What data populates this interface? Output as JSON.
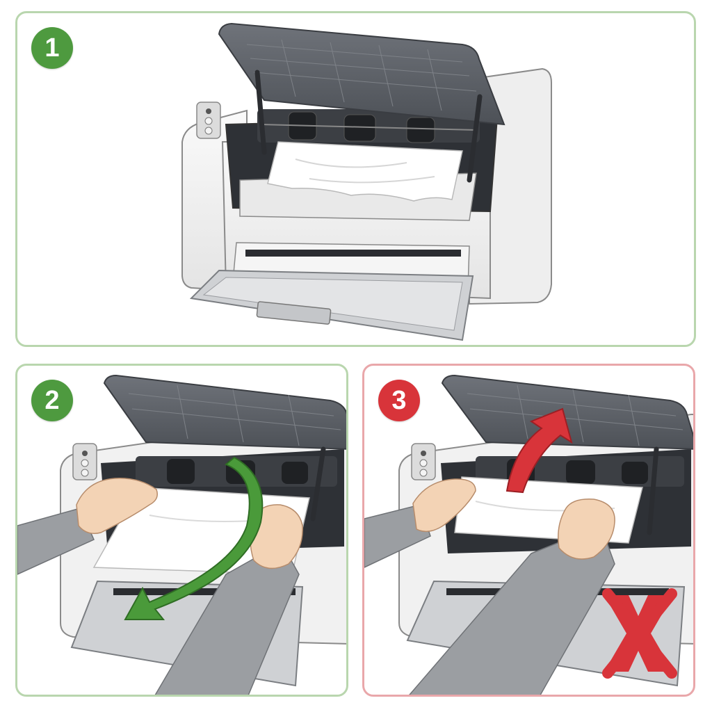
{
  "steps": [
    {
      "number": "1",
      "badge_color": "#4e9a3f",
      "status": "neutral"
    },
    {
      "number": "2",
      "badge_color": "#4e9a3f",
      "status": "correct",
      "arrow": "arrow-down-left-icon"
    },
    {
      "number": "3",
      "badge_color": "#d8343a",
      "status": "incorrect",
      "arrow": "arrow-up-right-icon",
      "mark": "cross-icon"
    }
  ],
  "colors": {
    "correct_arrow": "#4a9a3a",
    "incorrect_arrow": "#d8343a",
    "panel_border_ok": "#b9d6ae",
    "panel_border_bad": "#e9a7aa"
  }
}
